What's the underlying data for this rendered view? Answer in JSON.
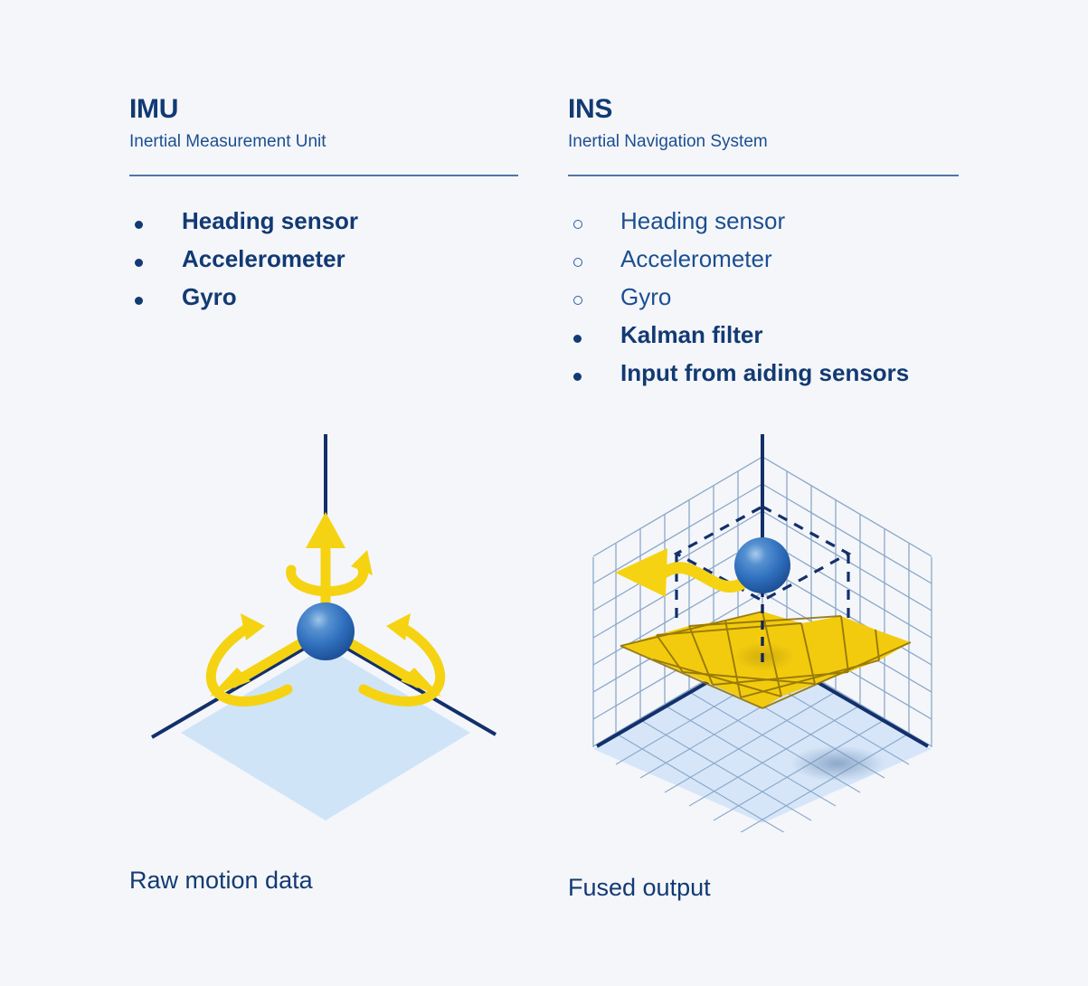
{
  "page": {
    "background_color": "#f5f6fa",
    "accent_navy": "#123a73",
    "accent_blue": "#1b4f91",
    "accent_yellow": "#f5d312",
    "plane_blue": "#cfe4f7",
    "grid_blue": "#7e9fc4",
    "sphere_blue": "#2f6fbd"
  },
  "columns": [
    {
      "title": "IMU",
      "subtitle": "Inertial Measurement Unit",
      "items": [
        {
          "label": "Heading sensor",
          "bullet": "filled",
          "emphasis": "bold"
        },
        {
          "label": "Accelerometer",
          "bullet": "filled",
          "emphasis": "bold"
        },
        {
          "label": "Gyro",
          "bullet": "filled",
          "emphasis": "bold"
        }
      ],
      "caption": "Raw motion data",
      "figure": "imu-three-axis-rotation-figure"
    },
    {
      "title": "INS",
      "subtitle": "Inertial Navigation System",
      "items": [
        {
          "label": "Heading sensor",
          "bullet": "hollow",
          "emphasis": "light"
        },
        {
          "label": "Accelerometer",
          "bullet": "hollow",
          "emphasis": "light"
        },
        {
          "label": "Gyro",
          "bullet": "hollow",
          "emphasis": "light"
        },
        {
          "label": "Kalman filter",
          "bullet": "filled",
          "emphasis": "bold"
        },
        {
          "label": "Input from aiding sensors",
          "bullet": "filled",
          "emphasis": "bold"
        }
      ],
      "caption": "Fused output",
      "figure": "ins-fused-surface-figure"
    }
  ]
}
